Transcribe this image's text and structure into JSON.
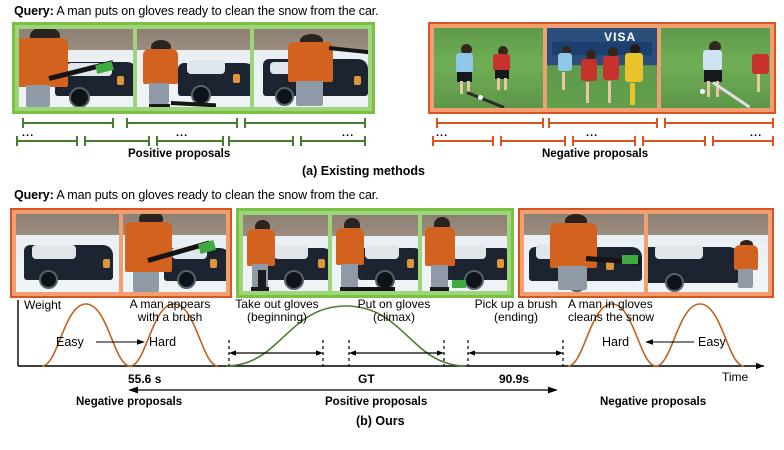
{
  "figure": {
    "panel_a": {
      "query_label": "Query:",
      "query_text": "A man puts on gloves ready to clean the snow from the car.",
      "title": "(a) Existing methods",
      "positive_caption": "Positive proposals",
      "negative_caption": "Negative proposals",
      "ellipsis": "...",
      "positive_color": "#4a7c2f",
      "negative_color": "#d9541e",
      "positive_frame_border": "#7ac143",
      "negative_frame_border": "#d9541e",
      "positive_frames": [
        {
          "name": "man-wiping-hood-with-brush"
        },
        {
          "name": "man-standing-beside-snowy-car"
        },
        {
          "name": "man-brushing-car-roof"
        }
      ],
      "negative_frames": [
        {
          "name": "hockey-two-players-daylight"
        },
        {
          "name": "hockey-goalmouth-scrum"
        },
        {
          "name": "hockey-player-with-ball"
        }
      ]
    },
    "panel_b": {
      "query_label": "Query:",
      "query_text": "A man puts on gloves ready to clean the snow from the car.",
      "title": "(b) Ours",
      "frames": [
        {
          "name": "snowy-car-empty",
          "group": "negative"
        },
        {
          "name": "man-holding-brush",
          "group": "negative"
        },
        {
          "name": "man-taking-out-gloves",
          "group": "positive"
        },
        {
          "name": "man-putting-on-gloves",
          "group": "positive"
        },
        {
          "name": "man-picking-up-brush",
          "group": "positive"
        },
        {
          "name": "man-in-gloves-cleaning-snow",
          "group": "negative"
        },
        {
          "name": "man-walking-away-from-car",
          "group": "negative"
        }
      ],
      "y_axis_label": "Weight",
      "x_axis_label": "Time",
      "annotations": [
        {
          "line1": "A man appears",
          "line2": "with a brush"
        },
        {
          "line1": "Take out gloves",
          "line2": "(beginning)"
        },
        {
          "line1": "Put on gloves",
          "line2": "(climax)"
        },
        {
          "line1": "Pick up a brush",
          "line2": "(ending)"
        },
        {
          "line1": "A man in gloves",
          "line2": "cleans the snow"
        }
      ],
      "difficulty_left": {
        "from": "Easy",
        "to": "Hard"
      },
      "difficulty_right": {
        "from": "Hard",
        "to": "Easy"
      },
      "gt_label": "GT",
      "gt_start": "55.6 s",
      "gt_end": "90.9s",
      "captions": [
        "Negative proposals",
        "Positive proposals",
        "Negative proposals"
      ],
      "positive_curve_color": "#4a7c2f",
      "negative_curve_color": "#c1601e"
    }
  },
  "chart_data": {
    "type": "line",
    "title": "(b) Ours — proposal weighting over time",
    "xlabel": "Time",
    "ylabel": "Weight",
    "grid": false,
    "legend": "none",
    "xlim": [
      0,
      100
    ],
    "ylim": [
      0,
      1
    ],
    "gt_interval": {
      "start": 55.6,
      "end": 90.9,
      "label": "GT"
    },
    "series": [
      {
        "name": "negative-weight-left-easy",
        "color": "#c1601e",
        "type": "gaussian",
        "center": 10.5,
        "sigma": 4.0,
        "peak": 1.0
      },
      {
        "name": "negative-weight-left-hard",
        "color": "#c1601e",
        "type": "gaussian",
        "center": 22.5,
        "sigma": 4.0,
        "peak": 1.0
      },
      {
        "name": "positive-weight-gt",
        "color": "#4a7c2f",
        "type": "gaussian",
        "center": 57.5,
        "sigma": 8.0,
        "peak": 1.0
      },
      {
        "name": "negative-weight-right-hard",
        "color": "#c1601e",
        "type": "gaussian",
        "center": 80.0,
        "sigma": 4.0,
        "peak": 1.0
      },
      {
        "name": "negative-weight-right-easy",
        "color": "#c1601e",
        "type": "gaussian",
        "center": 91.5,
        "sigma": 4.0,
        "peak": 1.0
      }
    ],
    "sub_intervals": [
      {
        "label": "Take out gloves (beginning)",
        "start": 30.5,
        "end": 44.0
      },
      {
        "label": "Put on gloves (climax)",
        "start": 49.0,
        "end": 63.0
      },
      {
        "label": "Pick up a brush (ending)",
        "start": 66.0,
        "end": 81.0
      }
    ],
    "annotations": [
      {
        "text": "Easy —→ Hard",
        "x": 16
      },
      {
        "text": "Hard ←— Easy",
        "x": 86
      }
    ]
  }
}
